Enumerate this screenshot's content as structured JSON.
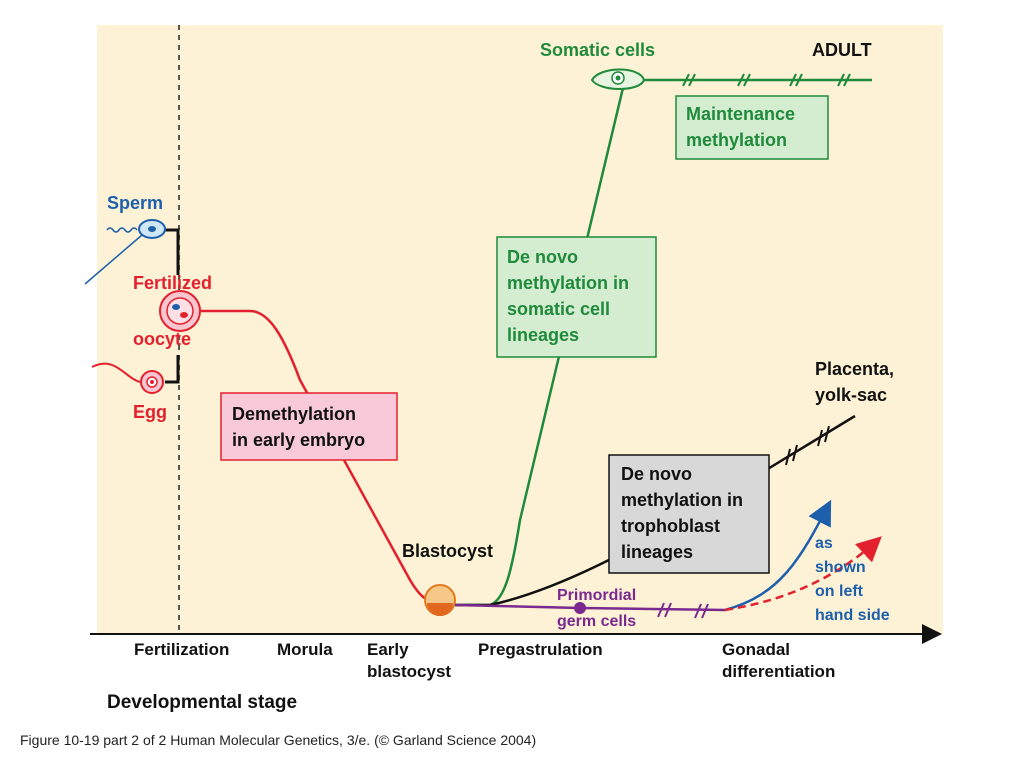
{
  "colors": {
    "background": "#fdf2d6",
    "red": "#e3202d",
    "green": "#1f8a3b",
    "purple": "#7a2a8f",
    "blue": "#1d5fab",
    "black": "#111111",
    "pink_box": "#f8c9d8",
    "green_box": "#d4ecd0",
    "gray_box": "#d8d8d8"
  },
  "labels": {
    "sperm": "Sperm",
    "fertilized_line1": "Fertilized",
    "fertilized_line2": "oocyte",
    "egg": "Egg",
    "blastocyst": "Blastocyst",
    "somatic_cells": "Somatic cells",
    "adult": "ADULT",
    "placenta_line1": "Placenta,",
    "placenta_line2": "yolk-sac",
    "primordial_line1": "Primordial",
    "primordial_line2": "germ cells",
    "as_shown_line1": "as",
    "as_shown_line2": "shown",
    "as_shown_line3": "on left",
    "as_shown_line4": "hand side"
  },
  "boxes": {
    "demethylation": [
      "Demethylation",
      "in early embryo"
    ],
    "maintenance": [
      "Maintenance",
      "methylation"
    ],
    "denovo_somatic": [
      "De novo",
      "methylation in",
      "somatic cell",
      "lineages"
    ],
    "denovo_trophoblast": [
      "De novo",
      "methylation in",
      "trophoblast",
      "lineages"
    ]
  },
  "axis": {
    "title": "Developmental stage",
    "stages": {
      "fertilization": "Fertilization",
      "morula": "Morula",
      "early_blastocyst_line1": "Early",
      "early_blastocyst_line2": "blastocyst",
      "pregastrulation": "Pregastrulation",
      "gonadal_line1": "Gonadal",
      "gonadal_line2": "differentiation"
    }
  },
  "caption": "Figure 10-19 part 2 of 2  Human Molecular Genetics, 3/e.  (© Garland Science 2004)"
}
